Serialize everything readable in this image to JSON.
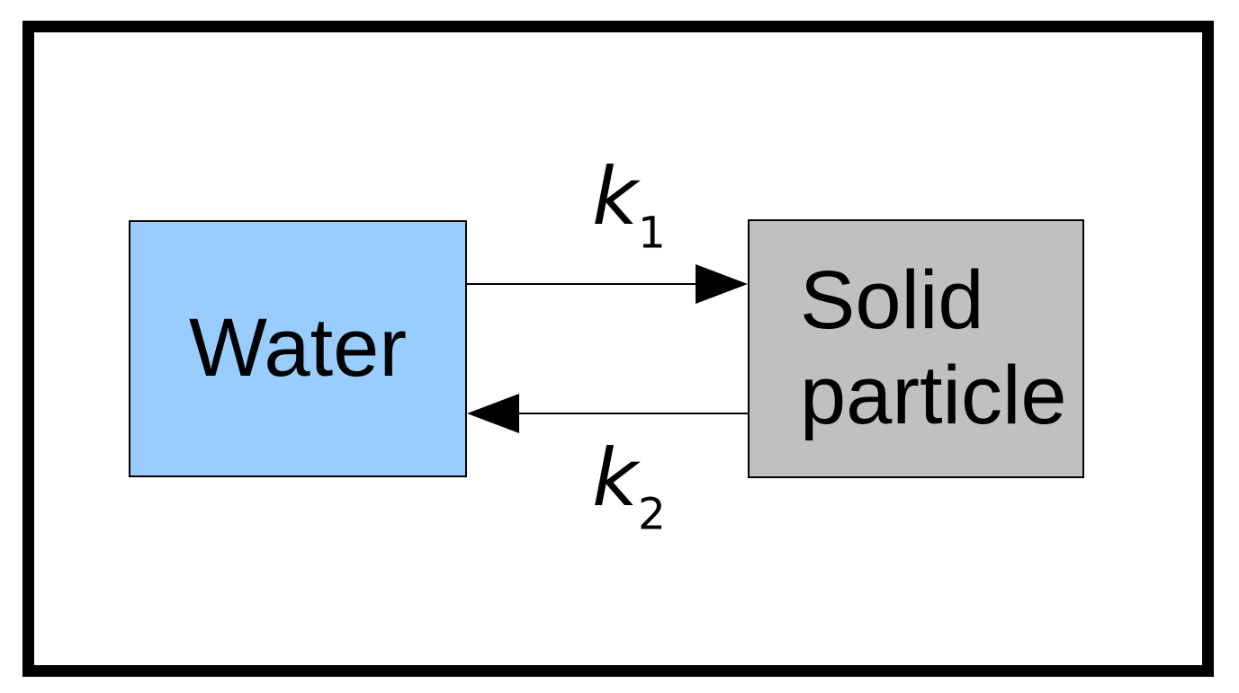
{
  "diagram": {
    "colors": {
      "background": "#ffffff",
      "frame": "#000000",
      "water_fill": "#99ccff",
      "solid_fill": "#c0c0c0",
      "text": "#000000",
      "arrow": "#000000"
    },
    "nodes": {
      "water": {
        "label": "Water"
      },
      "solid_particle": {
        "line1": "Solid",
        "line2": "particle"
      }
    },
    "arrows": {
      "forward": {
        "symbol": "k",
        "subscript": "1"
      },
      "reverse": {
        "symbol": "k",
        "subscript": "2"
      }
    }
  }
}
